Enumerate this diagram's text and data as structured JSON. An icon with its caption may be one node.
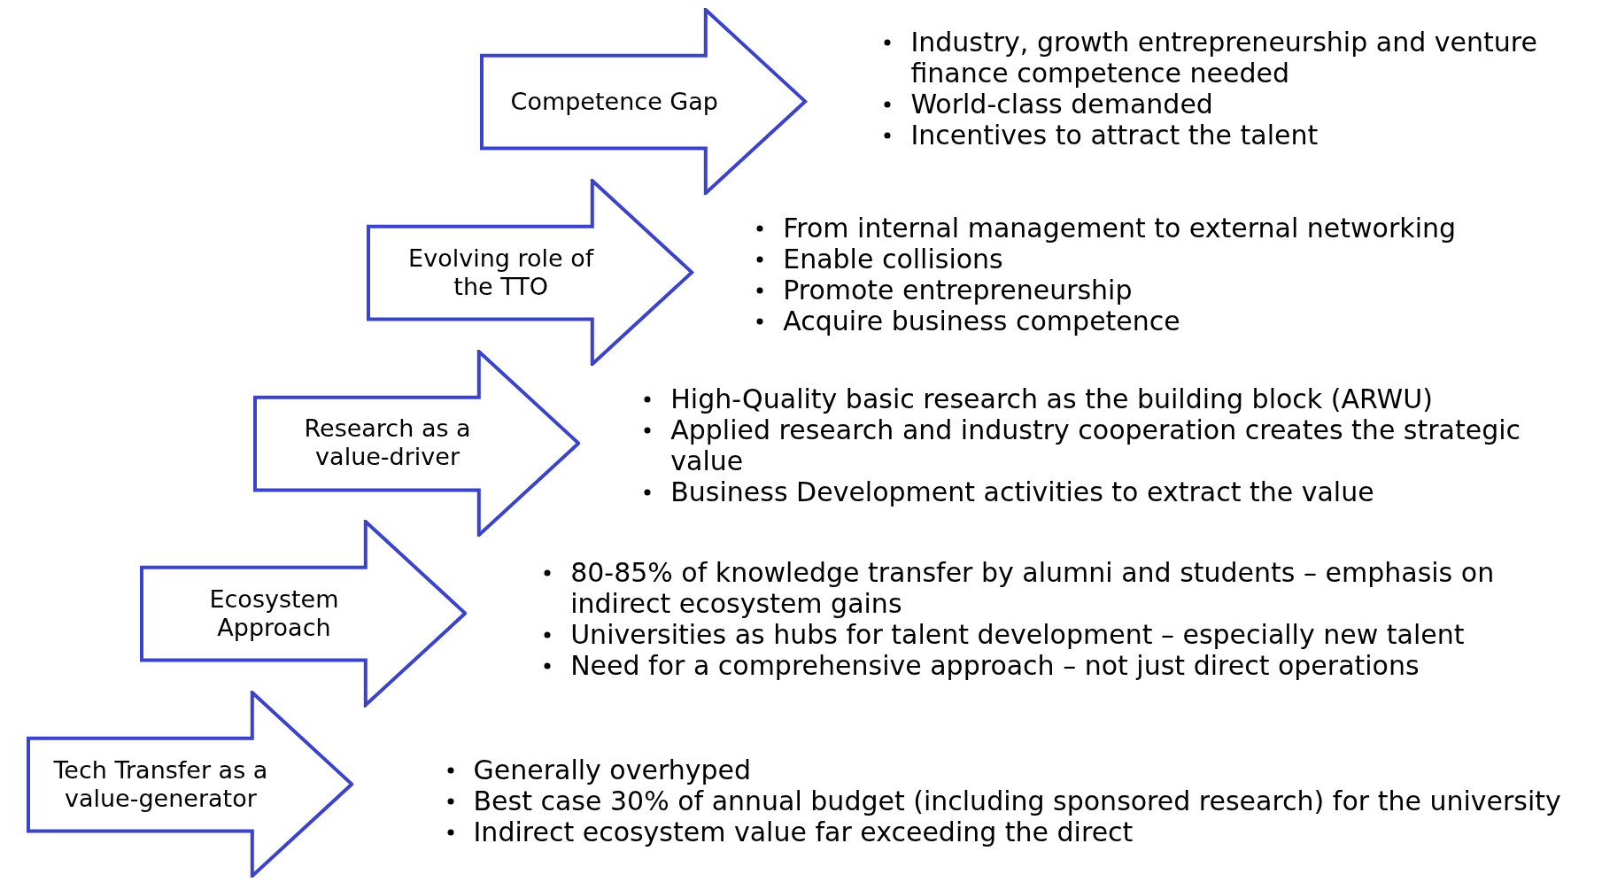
{
  "diagram": {
    "nodes": [
      {
        "text": [
          "Competence Gap"
        ],
        "beside": [
          "Industry, growth entrepreneurship and venture finance competence needed",
          "World-class demanded",
          "Incentives to attract the talent"
        ]
      },
      {
        "text": [
          "Evolving role of the TTO"
        ],
        "beside": [
          "From internal management to external networking",
          "Enable collisions",
          "Promote entrepreneurship",
          "Acquire business competence"
        ]
      },
      {
        "text": [
          "Research as a value-driver"
        ],
        "beside": [
          "High-Quality basic research as the building block (ARWU)",
          "Applied research and industry cooperation creates the strategic value",
          "Business Development activities to extract the value"
        ]
      },
      {
        "text": [
          "Ecosystem Approach"
        ],
        "beside": [
          "80-85% of knowledge transfer by alumni and students – emphasis on indirect ecosystem gains",
          "Universities as hubs for talent development – especially new talent",
          "Need for a comprehensive approach – not just direct operations"
        ]
      },
      {
        "text": [
          "Tech Transfer as a value-generator"
        ],
        "beside": [
          "Generally overhyped",
          "Best case 30% of annual budget (including sponsored research) for the university",
          "Indirect ecosystem value far exceeding the direct"
        ]
      }
    ]
  }
}
